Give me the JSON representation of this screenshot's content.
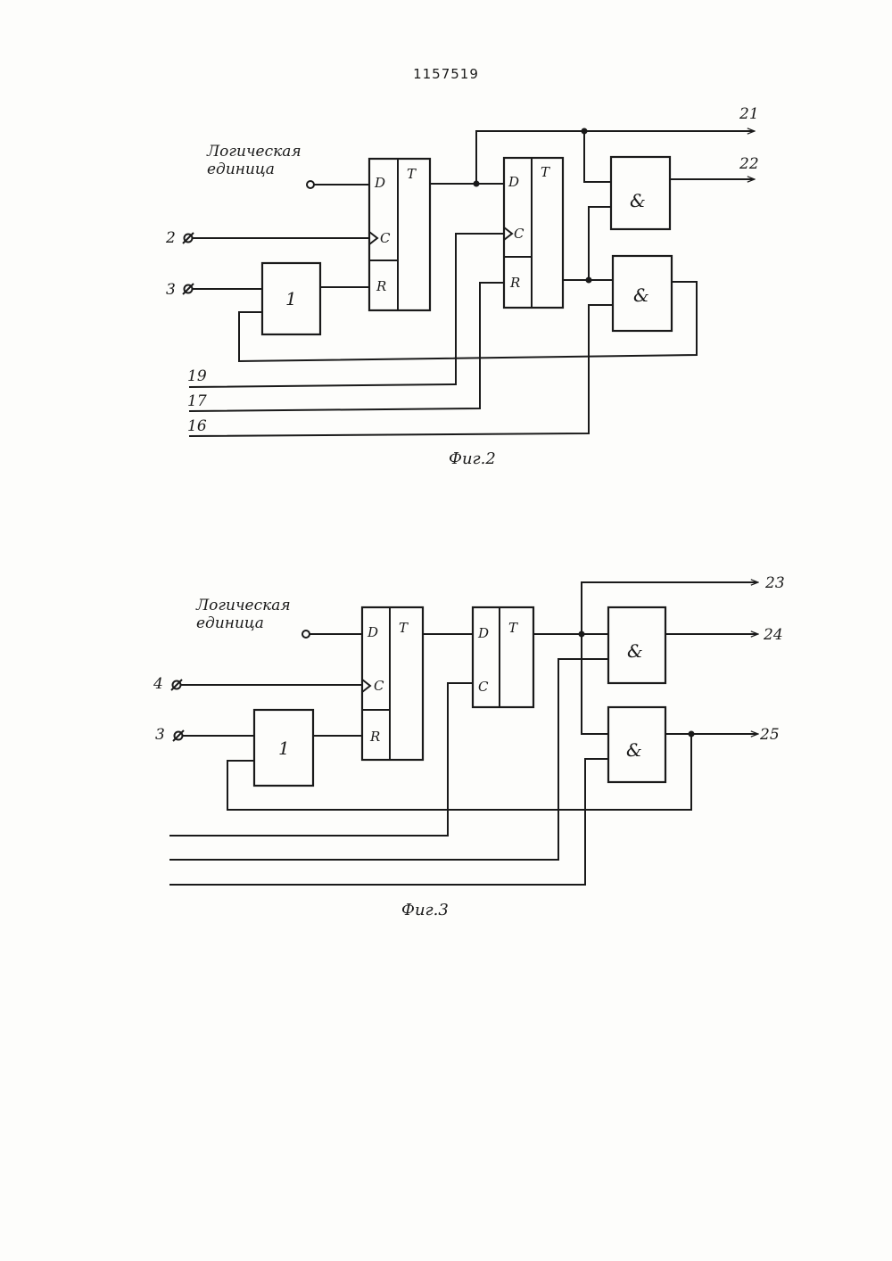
{
  "document": {
    "number": "1157519"
  },
  "fig2": {
    "caption": "Фиг.2",
    "input_label_line1": "Логическая",
    "input_label_line2": "единица",
    "trigger1": {
      "d": "D",
      "t": "T",
      "c": "C",
      "r": "R"
    },
    "trigger2": {
      "d": "D",
      "t": "T",
      "c": "C",
      "r": "R"
    },
    "or_gate": "1",
    "and_gate_top": "&",
    "and_gate_bottom": "&",
    "inputs": [
      "2",
      "3"
    ],
    "outputs": [
      "21",
      "22"
    ],
    "bus_lines": [
      "19",
      "17",
      "16"
    ]
  },
  "fig3": {
    "caption": "Фиг.3",
    "input_label_line1": "Логическая",
    "input_label_line2": "единица",
    "trigger1": {
      "d": "D",
      "t": "T",
      "c": "C",
      "r": "R"
    },
    "trigger2": {
      "d": "D",
      "t": "T",
      "c": "C"
    },
    "or_gate": "1",
    "and_gate_top": "&",
    "and_gate_bottom": "&",
    "inputs": [
      "4",
      "3"
    ],
    "outputs": [
      "23",
      "24",
      "25"
    ]
  }
}
